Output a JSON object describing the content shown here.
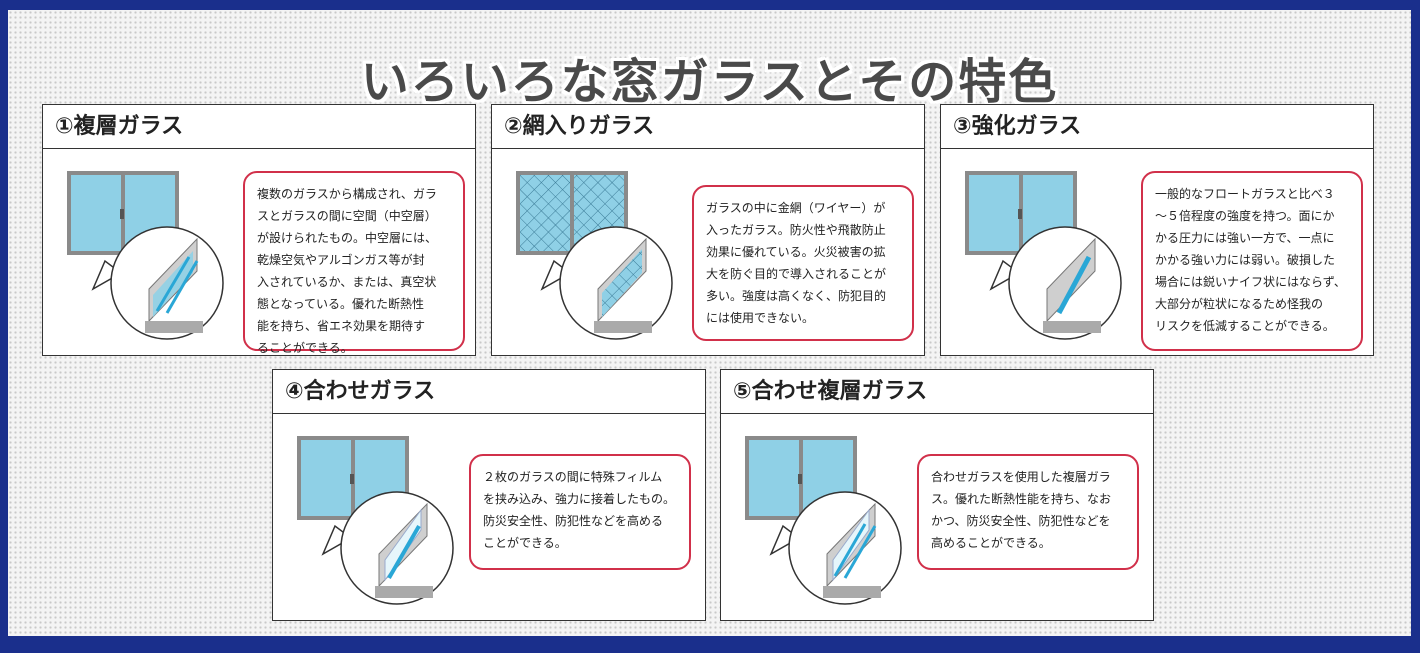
{
  "title": "いろいろな窓ガラスとその特色",
  "cards": [
    {
      "heading": "①複層ガラス",
      "text": "複数のガラスから構成され、ガラ\nスとガラスの間に空間（中空層）\nが設けられたもの。中空層には、\n乾燥空気やアルゴンガス等が封\n入されているか、または、真空状\n態となっている。優れた断熱性\n能を持ち、省エネ効果を期待す\nることができる。"
    },
    {
      "heading": "②網入りガラス",
      "text": "ガラスの中に金網（ワイヤー）が\n入ったガラス。防火性や飛散防止\n効果に優れている。火災被害の拡\n大を防ぐ目的で導入されることが\n多い。強度は高くなく、防犯目的\nには使用できない。"
    },
    {
      "heading": "③強化ガラス",
      "text": "一般的なフロートガラスと比べ３\n～５倍程度の強度を持つ。面にか\nかる圧力には強い一方で、一点に\nかかる強い力には弱い。破損した\n場合には鋭いナイフ状にはならず、\n大部分が粒状になるため怪我の\nリスクを低減することができる。"
    },
    {
      "heading": "④合わせガラス",
      "text": "２枚のガラスの間に特殊フィルム\nを挟み込み、強力に接着したもの。\n防災安全性、防犯性などを高める\nことができる。"
    },
    {
      "heading": "⑤合わせ複層ガラス",
      "text": "合わせガラスを使用した複層ガラ\nス。優れた断熱性能を持ち、なお\nかつ、防災安全性、防犯性などを\n高めることができる。"
    }
  ],
  "colors": {
    "frame": "#1a2f8c",
    "accent_border": "#d1304a",
    "glass": "#8fd0e6",
    "window_frame": "#8a8a8a"
  }
}
